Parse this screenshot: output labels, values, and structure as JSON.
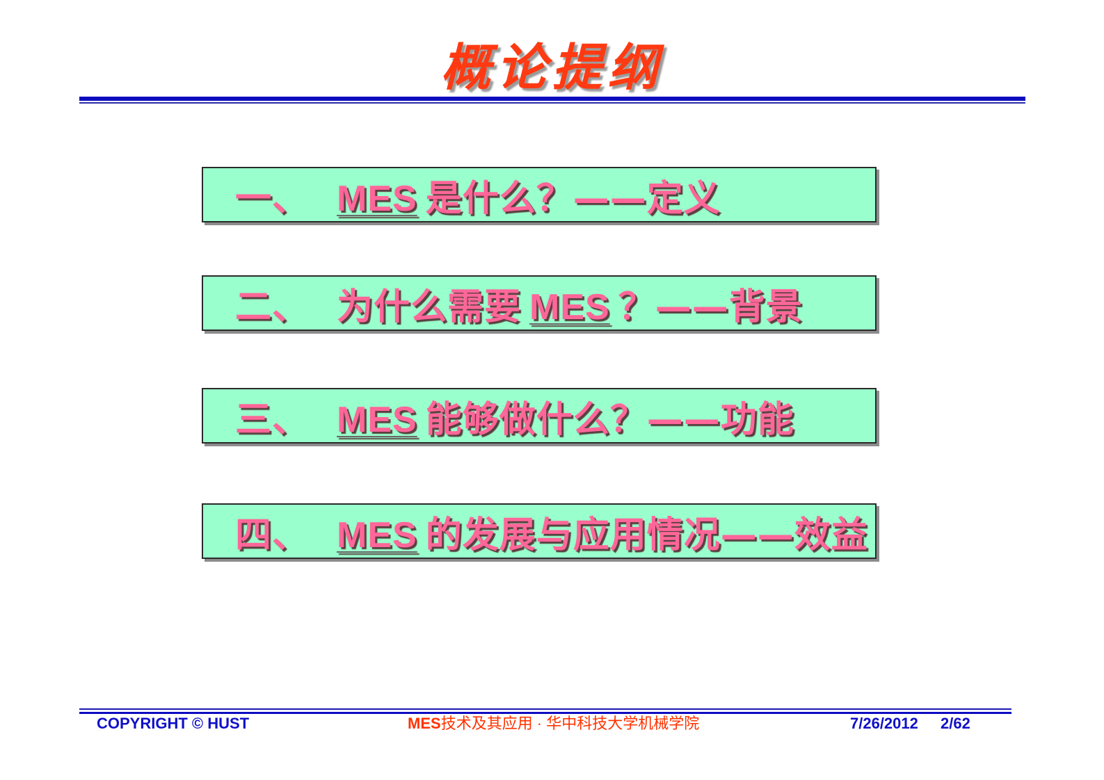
{
  "slide": {
    "title": "概论提纲"
  },
  "outline": {
    "items": [
      {
        "numeral": "一、",
        "mes": "MES",
        "text": "是什么？——定义"
      },
      {
        "numeral": "二、",
        "pre": "为什么需要",
        "mes": "MES",
        "text": "？——背景"
      },
      {
        "numeral": "三、",
        "mes": "MES",
        "text": "能够做什么？——功能"
      },
      {
        "numeral": "四、",
        "mes": "MES",
        "text": "的发展与应用情况——效益"
      }
    ]
  },
  "footer": {
    "copyright": "COPYRIGHT © HUST",
    "course_mes": "MES",
    "course_rest": "技术及其应用 · 华中科技大学机械学院",
    "date": "7/26/2012",
    "page": "2/62"
  },
  "colors": {
    "title": "#ff3a12",
    "box_fill": "#99ffcc",
    "item_text": "#ff6699",
    "rule_blue": "#0d0dc0",
    "footer_blue": "#1010c8",
    "footer_red": "#ff3300"
  }
}
